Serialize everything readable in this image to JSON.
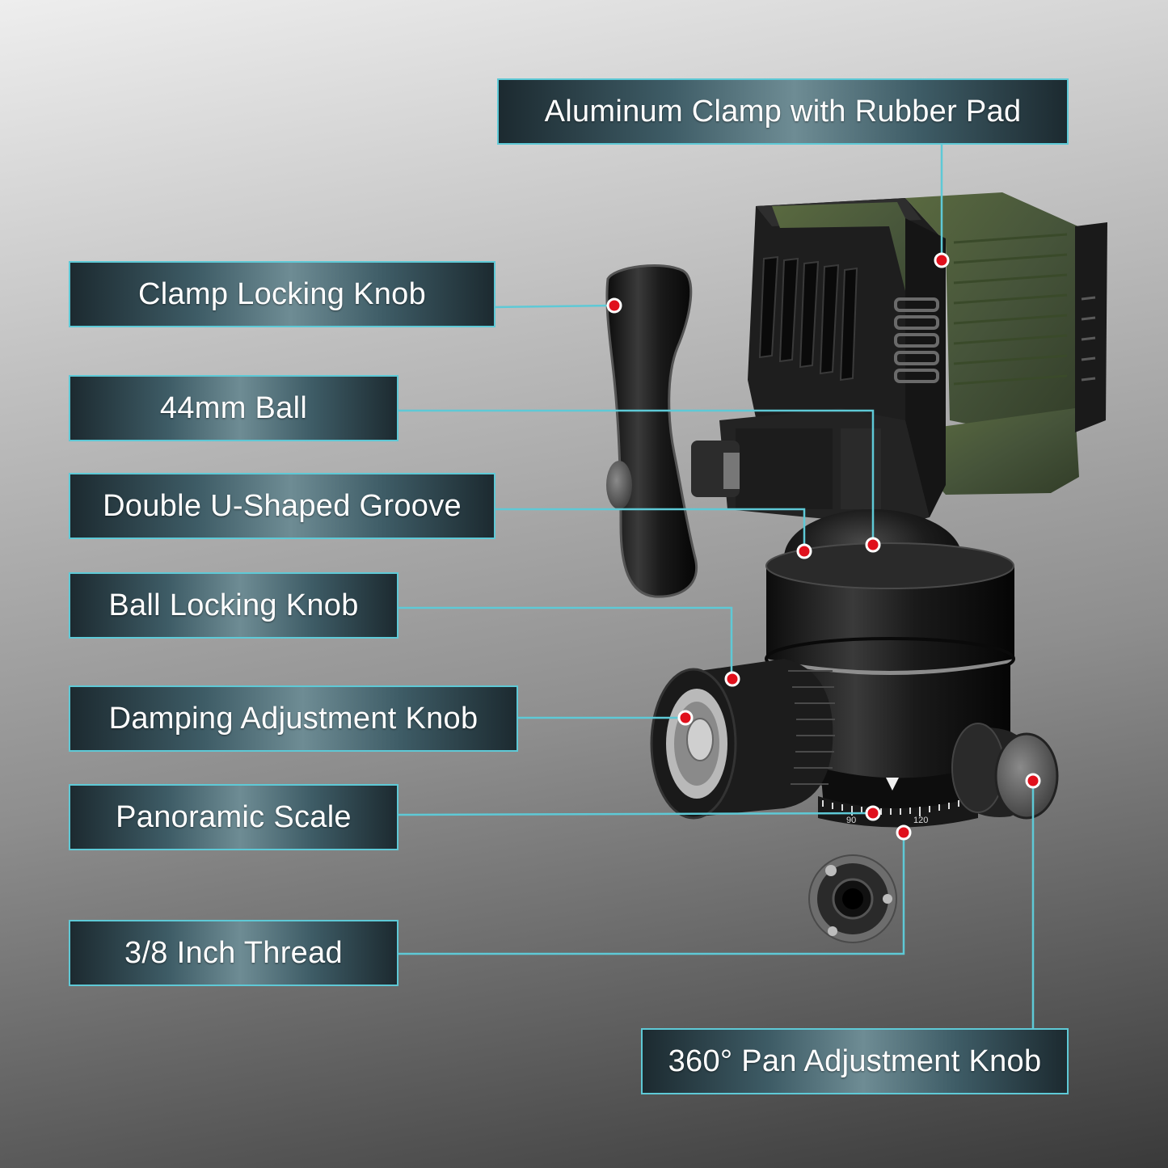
{
  "callouts": {
    "clamp_pad": "Aluminum Clamp with Rubber Pad",
    "clamp_knob": "Clamp Locking Knob",
    "ball": "44mm Ball",
    "groove": "Double U-Shaped Groove",
    "ball_knob": "Ball Locking Knob",
    "damping_knob": "Damping Adjustment Knob",
    "pan_scale": "Panoramic Scale",
    "thread": "3/8 Inch Thread",
    "pan_knob": "360° Pan Adjustment Knob"
  },
  "scale_marks": {
    "left": "90",
    "right": "120"
  },
  "colors": {
    "accent": "#5ec9d6",
    "marker": "#e0101c",
    "rubber": "#4c5a36",
    "metal": "#1a1a1a"
  }
}
